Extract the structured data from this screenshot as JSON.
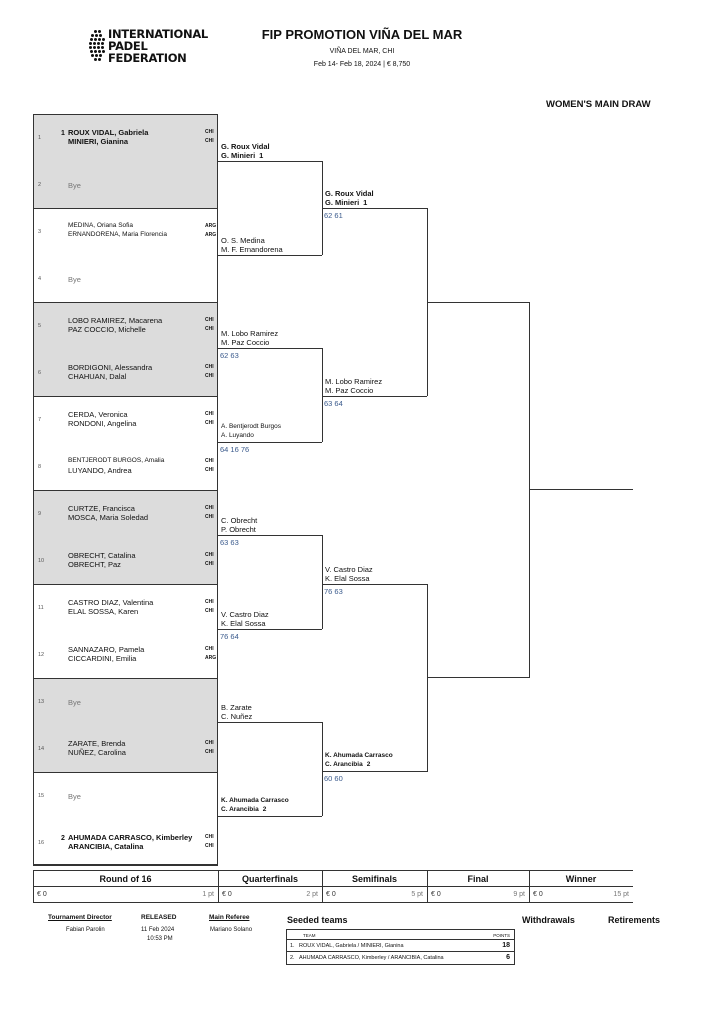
{
  "federation": {
    "lines": [
      "INTERNATIONAL",
      "PADEL",
      "FEDERATION"
    ]
  },
  "header": {
    "title": "FIP PROMOTION VIÑA DEL MAR",
    "location": "VIÑA DEL MAR, CHI",
    "dates_prize": "Feb 14- Feb 18, 2024  |  € 8,750"
  },
  "draw_name": "WOMEN'S MAIN DRAW",
  "round16": [
    {
      "pos": "1",
      "seed": "1",
      "p1": "ROUX VIDAL, Gabriela",
      "n1": "CHI",
      "p2": "MINIERI, Gianina",
      "n2": "CHI",
      "bye": false
    },
    {
      "pos": "2",
      "bye": true,
      "bye_label": "Bye"
    },
    {
      "pos": "3",
      "seed": "",
      "p1": "MEDINA, Oriana Sofia",
      "n1": "ARG",
      "p2": "ERNANDORENA, Maria Florencia",
      "n2": "ARG",
      "bye": false
    },
    {
      "pos": "4",
      "bye": true,
      "bye_label": "Bye"
    },
    {
      "pos": "5",
      "seed": "",
      "p1": "LOBO RAMIREZ, Macarena",
      "n1": "CHI",
      "p2": "PAZ COCCIO, Michelle",
      "n2": "CHI",
      "bye": false
    },
    {
      "pos": "6",
      "seed": "",
      "p1": "BORDIGONI, Alessandra",
      "n1": "CHI",
      "p2": "CHAHUAN, Dalal",
      "n2": "CHI",
      "bye": false
    },
    {
      "pos": "7",
      "seed": "",
      "p1": "CERDA, Veronica",
      "n1": "CHI",
      "p2": "RONDONI, Angelina",
      "n2": "CHI",
      "bye": false
    },
    {
      "pos": "8",
      "seed": "",
      "p1": "BENTJERODT BURGOS, Amalia",
      "n1": "CHI",
      "p2": "LUYANDO, Andrea",
      "n2": "CHI",
      "bye": false
    },
    {
      "pos": "9",
      "seed": "",
      "p1": "CURTZE, Francisca",
      "n1": "CHI",
      "p2": "MOSCA, Maria Soledad",
      "n2": "CHI",
      "bye": false
    },
    {
      "pos": "10",
      "seed": "",
      "p1": "OBRECHT, Catalina",
      "n1": "CHI",
      "p2": "OBRECHT, Paz",
      "n2": "CHI",
      "bye": false
    },
    {
      "pos": "11",
      "seed": "",
      "p1": "CASTRO DIAZ, Valentina",
      "n1": "CHI",
      "p2": "ELAL SOSSA, Karen",
      "n2": "CHI",
      "bye": false
    },
    {
      "pos": "12",
      "seed": "",
      "p1": "SANNAZARO, Pamela",
      "n1": "CHI",
      "p2": "CICCARDINI, Emilia",
      "n2": "ARG",
      "bye": false
    },
    {
      "pos": "13",
      "bye": true,
      "bye_label": "Bye"
    },
    {
      "pos": "14",
      "seed": "",
      "p1": "ZARATE, Brenda",
      "n1": "CHI",
      "p2": "NUÑEZ, Carolina",
      "n2": "CHI",
      "bye": false
    },
    {
      "pos": "15",
      "bye": true,
      "bye_label": "Bye"
    },
    {
      "pos": "16",
      "seed": "2",
      "p1": "AHUMADA CARRASCO, Kimberley",
      "n1": "CHI",
      "p2": "ARANCIBIA, Catalina",
      "n2": "CHI",
      "bye": false
    }
  ],
  "quarterfinals": [
    {
      "l1": "G. Roux Vidal",
      "l2": "G. Minieri",
      "seed": "1",
      "score": ""
    },
    {
      "l1": "O. S. Medina",
      "l2": "M. F. Ernandorena",
      "seed": "",
      "score": ""
    },
    {
      "l1": "M. Lobo Ramirez",
      "l2": "M. Paz Coccio",
      "seed": "",
      "score": "62 63"
    },
    {
      "l1": "A. Bentjerodt Burgos",
      "l2": "A. Luyando",
      "seed": "",
      "score": "64 16 76"
    },
    {
      "l1": "C. Obrecht",
      "l2": "P. Obrecht",
      "seed": "",
      "score": "63 63"
    },
    {
      "l1": "V. Castro Diaz",
      "l2": "K. Elal Sossa",
      "seed": "",
      "score": "76 64"
    },
    {
      "l1": "B. Zarate",
      "l2": "C. Nuñez",
      "seed": "",
      "score": ""
    },
    {
      "l1": "K. Ahumada Carrasco",
      "l2": "C. Arancibia",
      "seed": "2",
      "score": ""
    }
  ],
  "semifinals": [
    {
      "l1": "G. Roux Vidal",
      "l2": "G. Minieri",
      "seed": "1",
      "score": "62 61"
    },
    {
      "l1": "M. Lobo Ramirez",
      "l2": "M. Paz Coccio",
      "seed": "",
      "score": "63 64"
    },
    {
      "l1": "V. Castro Diaz",
      "l2": "K. Elal Sossa",
      "seed": "",
      "score": "76 63"
    },
    {
      "l1": "K. Ahumada Carrasco",
      "l2": "C. Arancibia",
      "seed": "2",
      "score": "60 60"
    }
  ],
  "rounds": [
    {
      "name": "Round of 16",
      "prize": "€ 0",
      "points": "1 pt"
    },
    {
      "name": "Quarterfinals",
      "prize": "€ 0",
      "points": "2 pt"
    },
    {
      "name": "Semifinals",
      "prize": "€ 0",
      "points": "5 pt"
    },
    {
      "name": "Final",
      "prize": "€ 0",
      "points": "9 pt"
    },
    {
      "name": "Winner",
      "prize": "€ 0",
      "points": "15 pt"
    }
  ],
  "footer": {
    "director_label": "Tournament Director",
    "director": "Fabian Parolin",
    "released_label": "RELEASED",
    "released_date": "11 Feb 2024",
    "released_time": "10:53 PM",
    "referee_label": "Main Referee",
    "referee": "Mariano Solano",
    "seeded_label": "Seeded teams",
    "team_col": "TEAM",
    "points_col": "POINTS",
    "seeded": [
      {
        "n": "1.",
        "team": "ROUX VIDAL, Gabriela / MINIERI, Gianina",
        "points": "18"
      },
      {
        "n": "2.",
        "team": "AHUMADA CARRASCO, Kimberley / ARANCIBIA, Catalina",
        "points": "6"
      }
    ],
    "withdrawals_label": "Withdrawals",
    "retirements_label": "Retirements"
  }
}
